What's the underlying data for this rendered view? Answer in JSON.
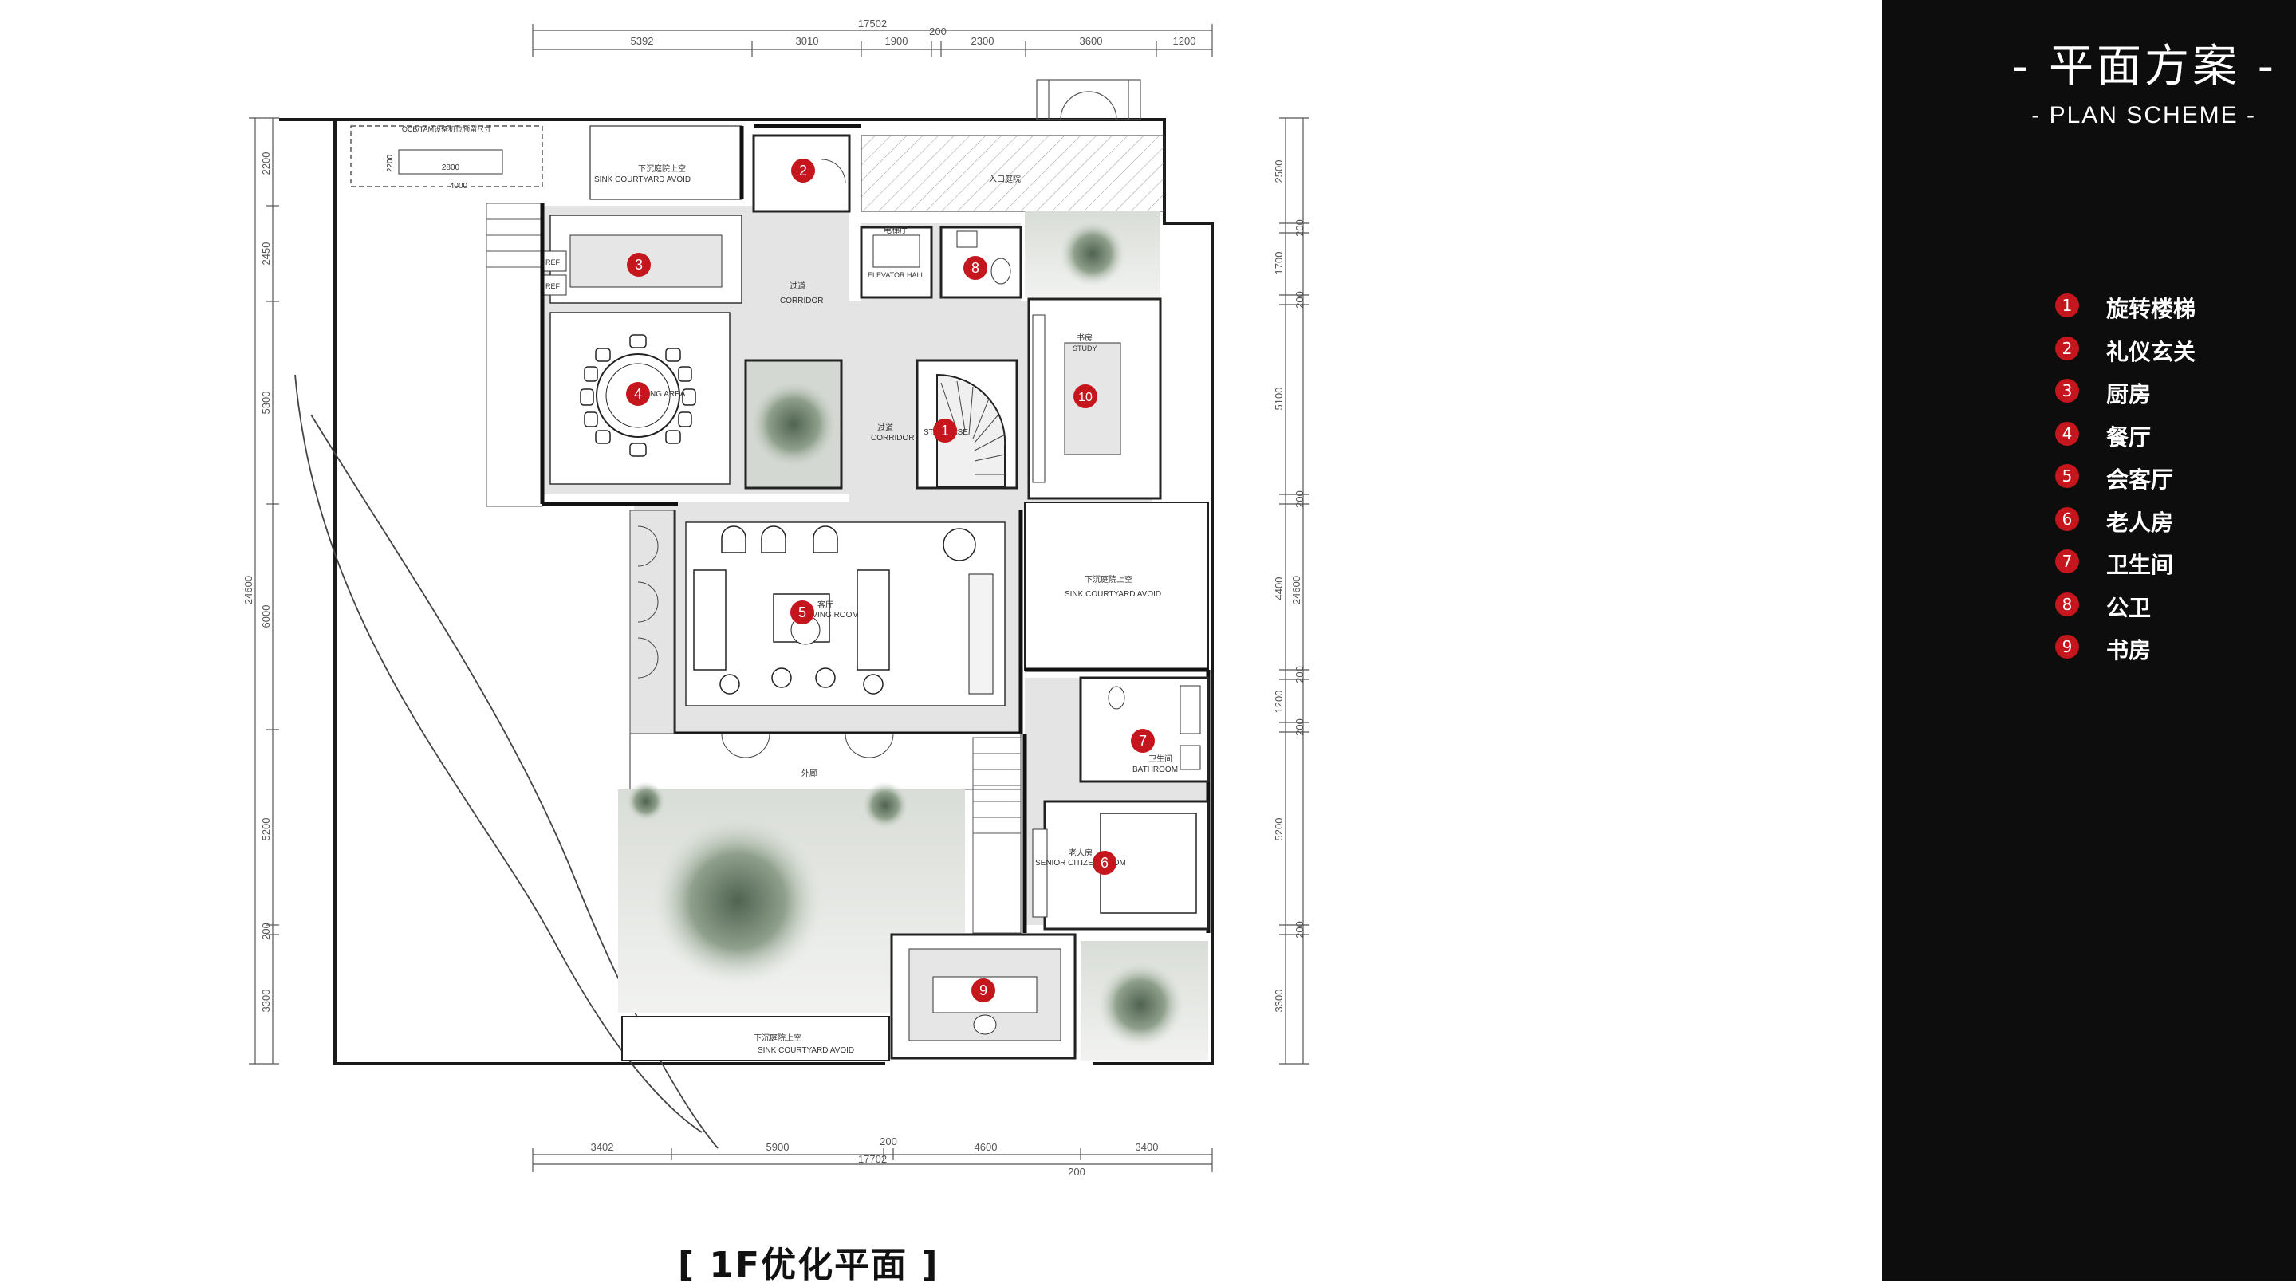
{
  "page": {
    "caption": "[ 1F优化平面 ]",
    "title_zh": "- 平面方案 -",
    "title_en": "- PLAN SCHEME -"
  },
  "legend": [
    {
      "num": "1",
      "label": "旋转楼梯"
    },
    {
      "num": "2",
      "label": "礼仪玄关"
    },
    {
      "num": "3",
      "label": "厨房"
    },
    {
      "num": "4",
      "label": "餐厅"
    },
    {
      "num": "5",
      "label": "会客厅"
    },
    {
      "num": "6",
      "label": "老人房"
    },
    {
      "num": "7",
      "label": "卫生间"
    },
    {
      "num": "8",
      "label": "公卫"
    },
    {
      "num": "9",
      "label": "书房"
    }
  ],
  "dimensions": {
    "top_total": "17502",
    "top_segments": [
      "5392",
      "3010",
      "1900",
      "200",
      "2300",
      "3600",
      "1200"
    ],
    "bottom_total": "17702",
    "bottom_segments": [
      "3402",
      "5900",
      "200",
      "4600",
      "3400"
    ],
    "bottom_extra": "200",
    "left_total": "24600",
    "left_segments": [
      "2200",
      "2450",
      "5300",
      "6000",
      "5200",
      "200",
      "3300"
    ],
    "right_total": "24600",
    "right_segments": [
      "2500",
      "200",
      "1700",
      "200",
      "5100",
      "200",
      "4400",
      "200",
      "1200",
      "200",
      "5200",
      "200",
      "3300"
    ]
  },
  "room_labels": {
    "stair": "STAIRCASE",
    "foyer": "",
    "kitchen_ref1": "REF",
    "kitchen_ref2": "REF",
    "dining_zh": "",
    "dining_en": "DINING AREA",
    "living_zh": "客厅",
    "living_en": "LIVING ROOM",
    "senior_zh": "老人房",
    "senior_en": "SENIOR CITIZEN ROOM",
    "bath_zh": "卫生间",
    "bath_en": "BATHROOM",
    "elevator_zh": "电梯厅",
    "elevator_en": "ELEVATOR HALL",
    "corridor1_zh": "过道",
    "corridor1_en": "CORRIDOR",
    "corridor2_zh": "过道",
    "corridor2_en": "CORRIDOR",
    "study_zh": "书房",
    "study_en": "STUDY",
    "sink1_zh": "下沉庭院上空",
    "sink1_en": "SINK COURTYARD AVOID",
    "sink2_zh": "下沉庭院上空",
    "sink2_en": "SINK COURTYARD AVOID",
    "sink3_zh": "下沉庭院上空",
    "sink3_en": "SINK COURTYARD AVOID",
    "entrance": "入口庭院",
    "terrace": "外廊",
    "equip_note": "OCB/TAM设备机位预留尺寸",
    "equip_w": "4000",
    "equip_h1": "2800",
    "equip_h2": "2200"
  },
  "markers": [
    "1",
    "2",
    "3",
    "4",
    "5",
    "6",
    "7",
    "8",
    "9",
    "10"
  ],
  "colors": {
    "accent": "#c4161c",
    "panel": "#0d0d0d",
    "floor": "#e3e3e3",
    "wall": "#1a1a1a",
    "green": "#7d8e78"
  }
}
